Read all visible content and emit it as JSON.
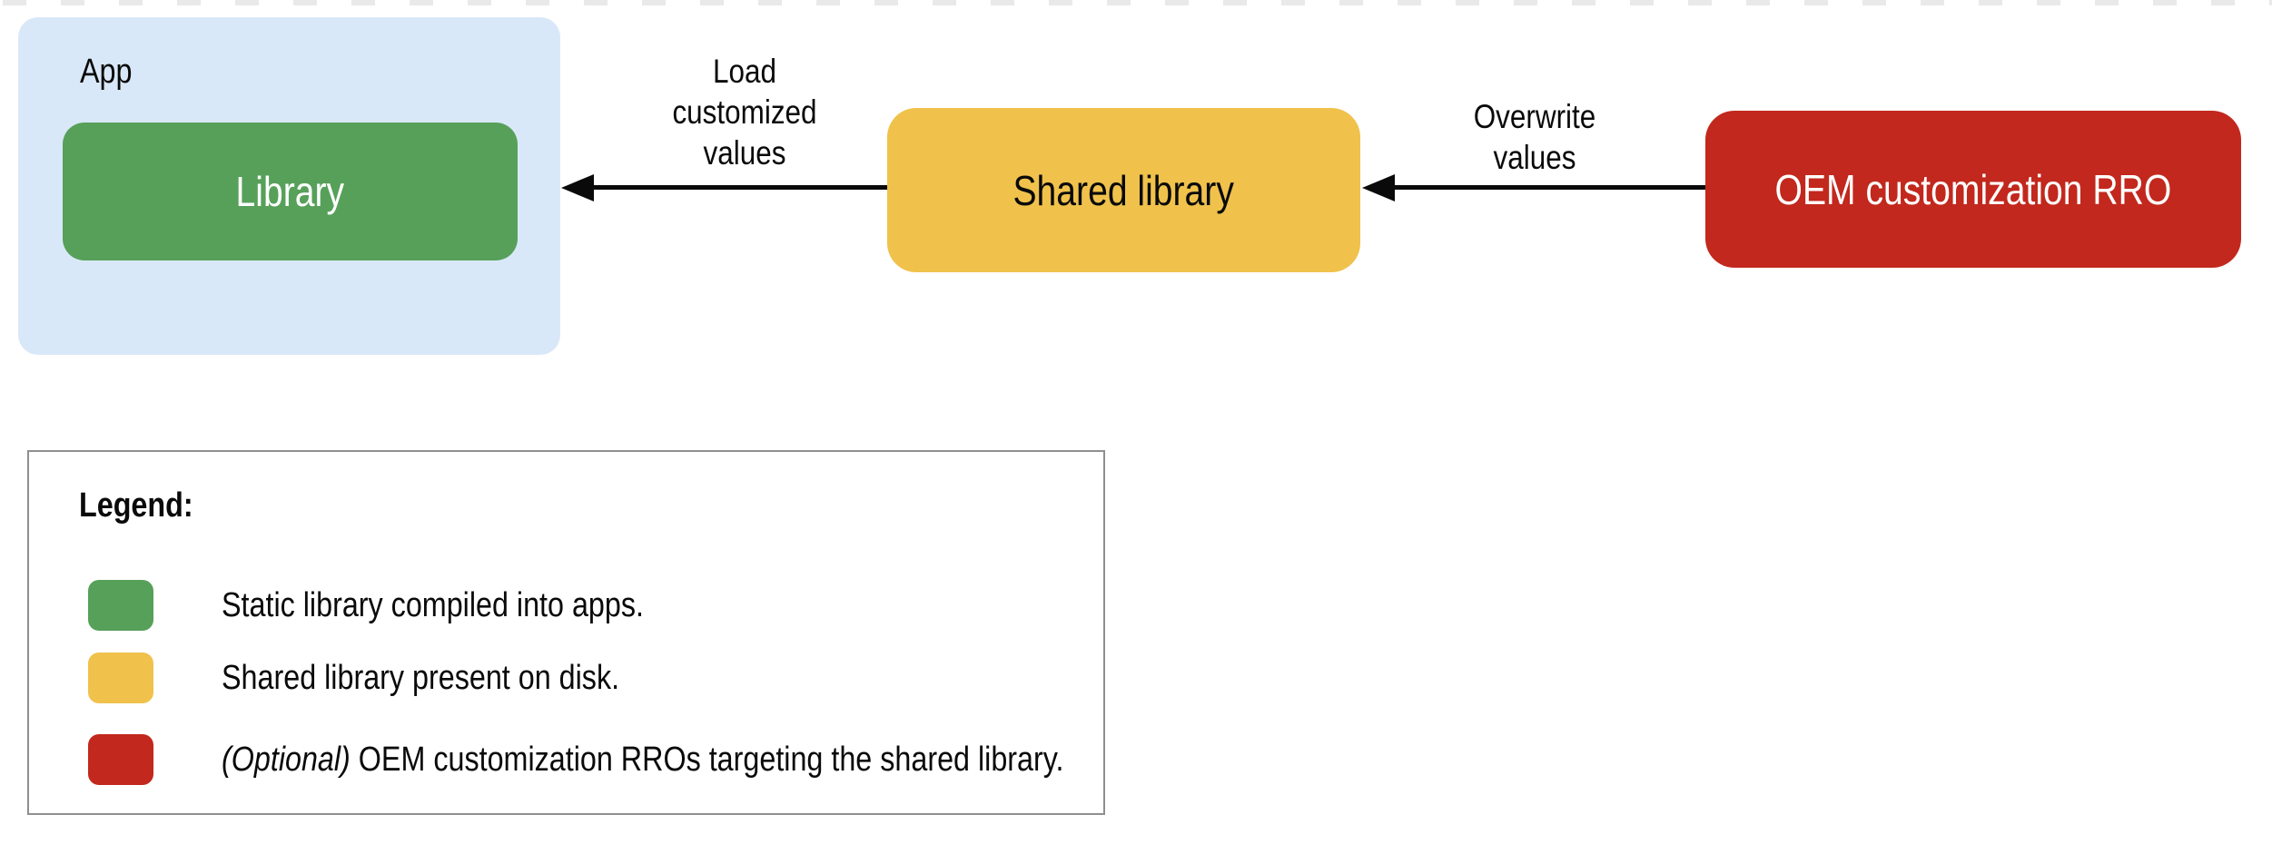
{
  "diagram": {
    "app_box": {
      "label": "App",
      "fill": "#d9e8f8",
      "library": {
        "label": "Library",
        "fill": "#57a05a"
      }
    },
    "shared_box": {
      "label": "Shared library",
      "fill": "#f0c24c"
    },
    "oem_box": {
      "label": "OEM customization RRO",
      "fill": "#c2281d"
    },
    "arrows": [
      {
        "label": "Load customized values",
        "direction": "left"
      },
      {
        "label": "Overwrite values",
        "direction": "left"
      }
    ]
  },
  "legend": {
    "title": "Legend:",
    "items": [
      {
        "swatch_color": "#57a05a",
        "prefix_italic": "",
        "text": "Static library compiled into apps."
      },
      {
        "swatch_color": "#f0c24c",
        "prefix_italic": "",
        "text": "Shared library present on disk."
      },
      {
        "swatch_color": "#c2281d",
        "prefix_italic": "(Optional) ",
        "text": "OEM customization RROs targeting the shared library."
      }
    ]
  },
  "colors": {
    "arrow": "#0a0a0a",
    "legend_border": "#8f8f8f",
    "dashes": "#e9e9e9",
    "background": "#ffffff"
  }
}
